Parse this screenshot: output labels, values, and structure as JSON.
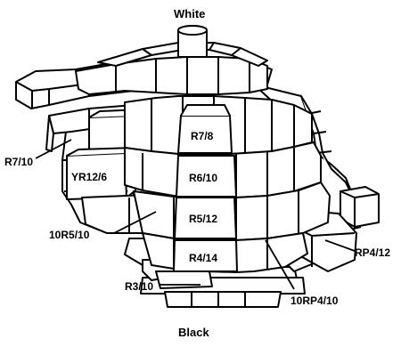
{
  "poles": {
    "top": "White",
    "bottom": "Black"
  },
  "labels": {
    "r78": "R7/8",
    "r610": "R6/10",
    "r512": "R5/12",
    "r414": "R4/14",
    "r710": "R7/10",
    "yr126": "YR12/6",
    "r10r510": "10R5/10",
    "r310": "R3/10",
    "rp412": "RP4/12",
    "r10rp410": "10RP4/10"
  },
  "colors": {
    "ink": "#000000",
    "paper": "#ffffff"
  }
}
